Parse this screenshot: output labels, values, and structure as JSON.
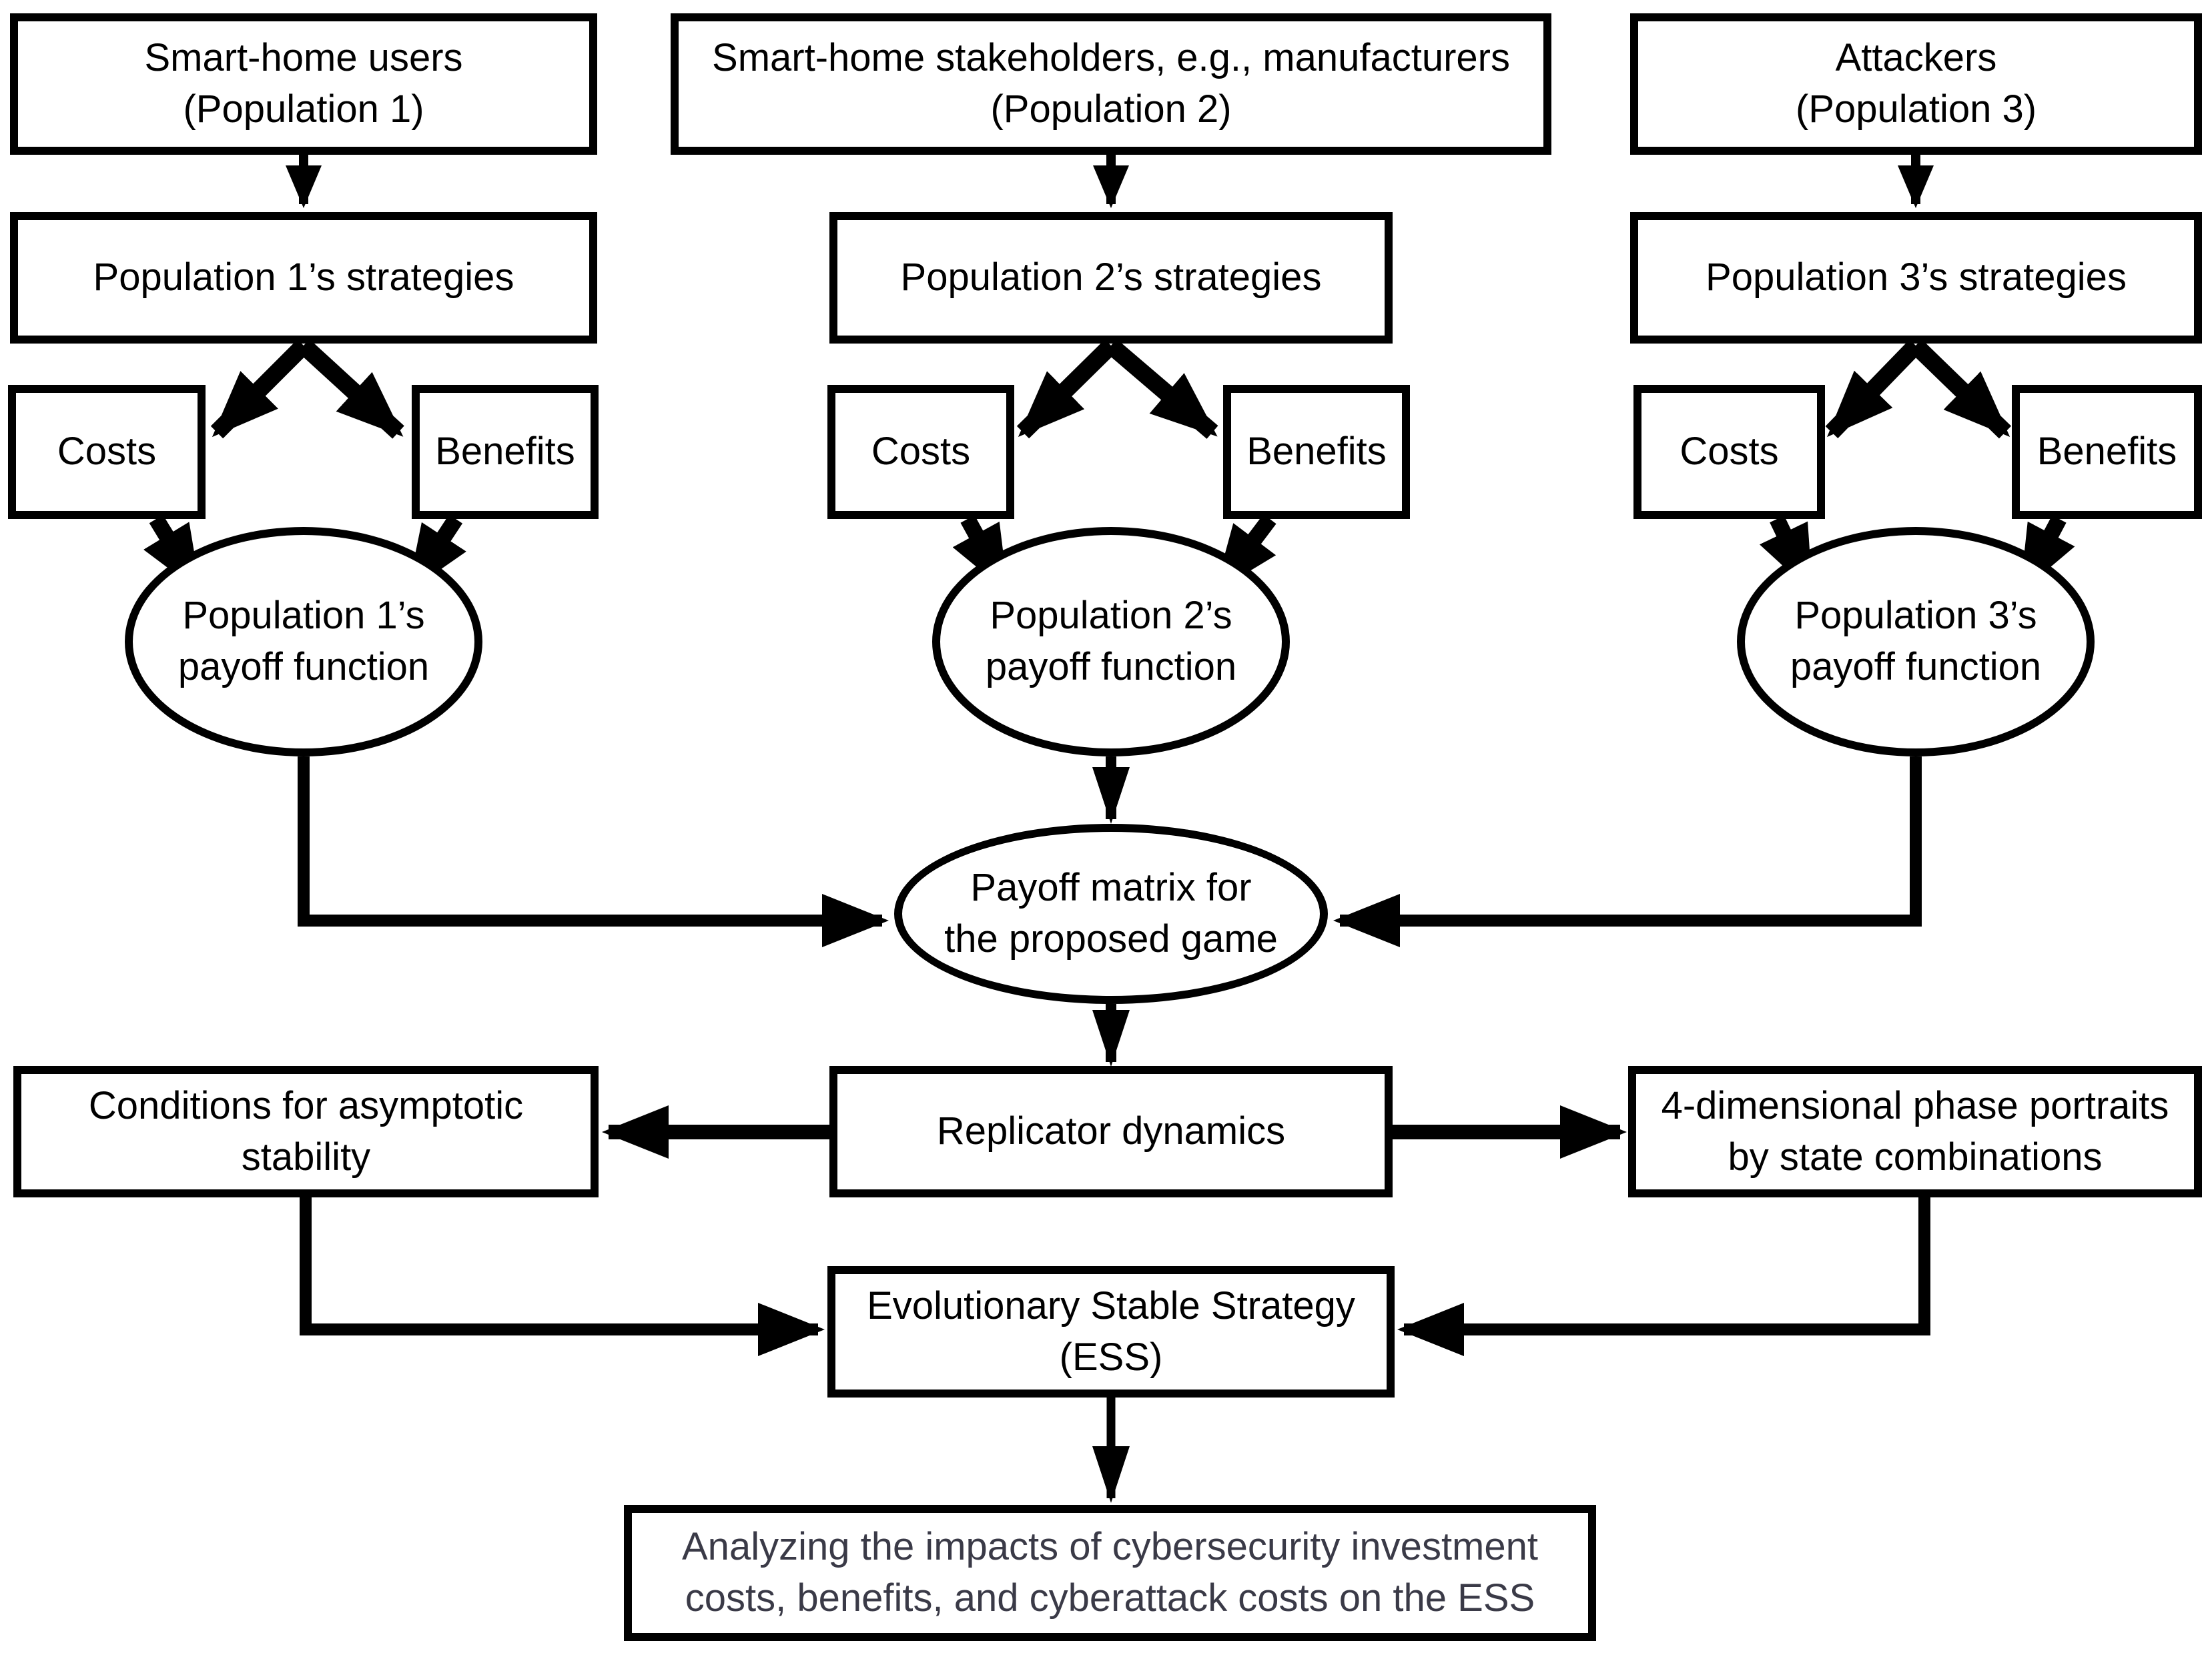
{
  "figure": {
    "background": "#ffffff",
    "line_color": "#000000",
    "analysis_text_color": "#3a3a47",
    "columns": [
      {
        "population_label": "Smart-home users\n(Population 1)",
        "strategies_label": "Population 1’s strategies",
        "costs_label": "Costs",
        "benefits_label": "Benefits",
        "payoff_label": "Population 1’s\npayoff function"
      },
      {
        "population_label": "Smart-home stakeholders, e.g., manufacturers\n(Population 2)",
        "strategies_label": "Population 2’s strategies",
        "costs_label": "Costs",
        "benefits_label": "Benefits",
        "payoff_label": "Population 2’s\npayoff function"
      },
      {
        "population_label": "Attackers\n(Population 3)",
        "strategies_label": "Population 3’s strategies",
        "costs_label": "Costs",
        "benefits_label": "Benefits",
        "payoff_label": "Population 3’s\npayoff function"
      }
    ],
    "payoff_matrix_label": "Payoff matrix for\nthe proposed game",
    "replicator_label": "Replicator dynamics",
    "conditions_label": "Conditions for asymptotic\nstability",
    "phase_portraits_label": "4-dimensional phase portraits\nby state combinations",
    "ess_label": "Evolutionary Stable Strategy\n(ESS)",
    "analysis_label": "Analyzing the impacts of cybersecurity investment\ncosts, benefits, and cyberattack costs on the ESS"
  }
}
